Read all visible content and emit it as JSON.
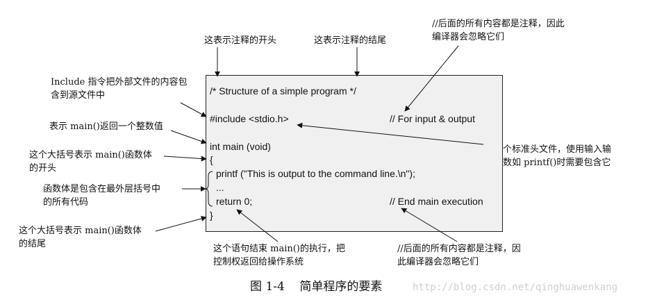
{
  "annotations": {
    "comment_start": "这表示注释的开头",
    "comment_end": "这表示注释的结尾",
    "comment_rest_top": [
      "//后面的所有内容都是注释，因此",
      "编译器会忽略它们"
    ],
    "include_directive": [
      "Include 指令把外部文件的内容包",
      "含到源文件中"
    ],
    "main_returns_int": "表示 main()返回一个整数值",
    "open_brace": [
      "这个大括号表示 main()函数体",
      "的开头"
    ],
    "function_body": [
      "函数体是包含在最外层括号中",
      "的所有代码"
    ],
    "close_brace": [
      "这个大括号表示 main()函数体",
      "的结尾"
    ],
    "return_statement": [
      "这个语句结束 main()的执行，把",
      "控制权返回给操作系统"
    ],
    "comment_rest_bottom": [
      "//后面的所有内容都是注释，因",
      "此编译器会忽略它们"
    ],
    "header_file": [
      "是一个标准头文件，使用输入输",
      "出函数如 printf()时需要包含它"
    ]
  },
  "code": {
    "line_comment": "/* Structure of a simple program */",
    "line_include": "#include <stdio.h>",
    "comment_include": "// For input & output",
    "line_main": "int main   (void)",
    "line_open_brace": "{",
    "line_printf": "printf (\"This is output to the command line.\\n\");",
    "line_ellipsis": "...",
    "line_return": "return     0;",
    "comment_return": "// End main execution",
    "line_close_brace": "}"
  },
  "caption": {
    "figure_number": "图 1-4",
    "title": "简单程序的要素"
  },
  "watermark": "http://blog.csdn.net/qinghuawenkang"
}
